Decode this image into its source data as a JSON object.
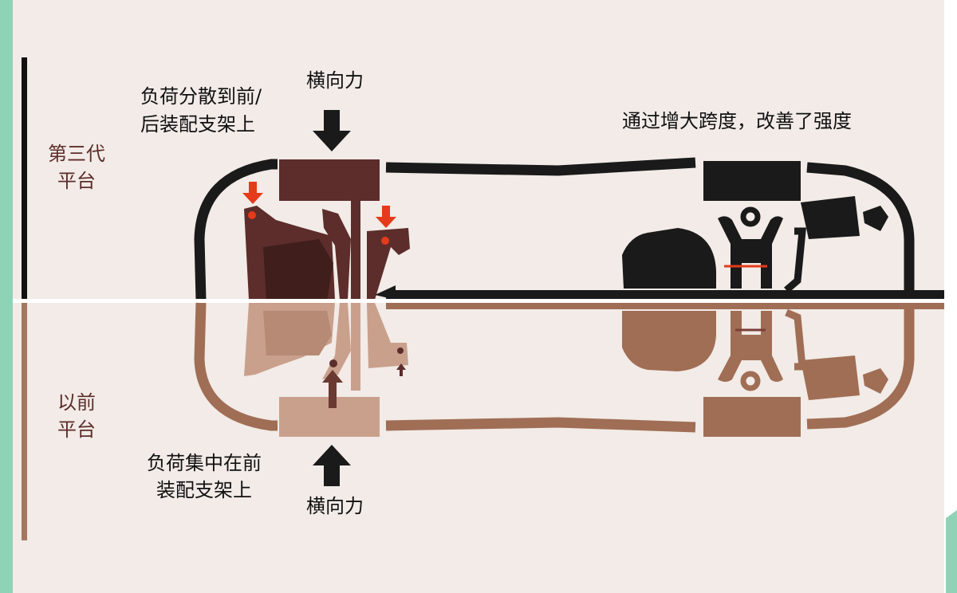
{
  "top": {
    "platform_label": "第三代\n平台",
    "load_text": "负荷分散到前/\n后装配支架上",
    "force_text": "横向力",
    "span_text": "通过增大跨度，改善了强度"
  },
  "bottom": {
    "platform_label": "以前\n平台",
    "load_text": "负荷集中在前\n装配支架上",
    "force_text": "横向力"
  },
  "colors": {
    "background": "#f2ebe7",
    "third_gen_frame": "#1a1a1a",
    "third_gen_parts": "#5c2d2b",
    "previous_frame": "#a06e55",
    "previous_parts": "#c9a08c",
    "highlight_arrow": "#e53b1b",
    "side_strip": "#8fd3b6"
  }
}
